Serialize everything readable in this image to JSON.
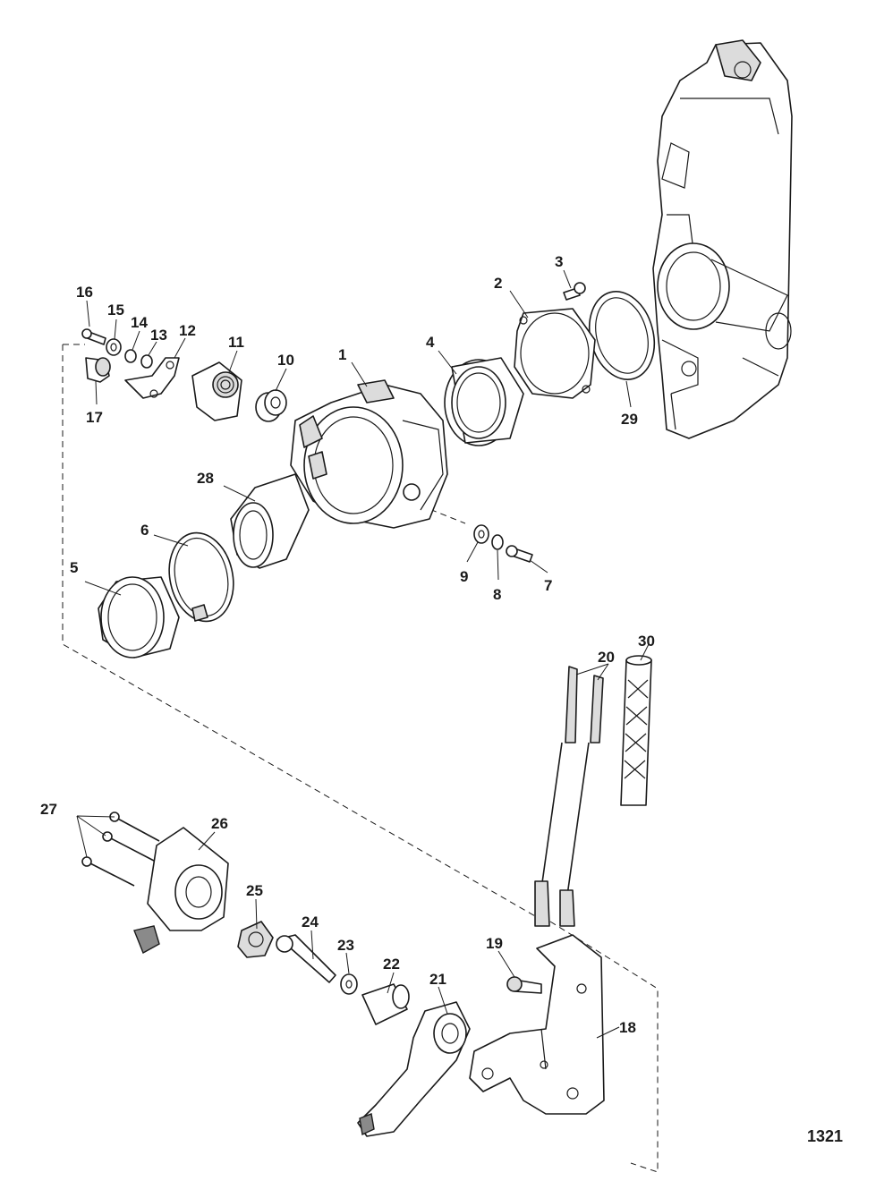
{
  "callouts": {
    "c1": "1",
    "c2": "2",
    "c3": "3",
    "c4": "4",
    "c5": "5",
    "c6": "6",
    "c7": "7",
    "c8": "8",
    "c9": "9",
    "c10": "10",
    "c11": "11",
    "c12": "12",
    "c13": "13",
    "c14": "14",
    "c15": "15",
    "c16": "16",
    "c17": "17",
    "c18": "18",
    "c19": "19",
    "c20": "20",
    "c21": "21",
    "c22": "22",
    "c23": "23",
    "c24": "24",
    "c25": "25",
    "c26": "26",
    "c27": "27",
    "c28": "28",
    "c29": "29",
    "c30": "30"
  },
  "reference_number": "1321"
}
